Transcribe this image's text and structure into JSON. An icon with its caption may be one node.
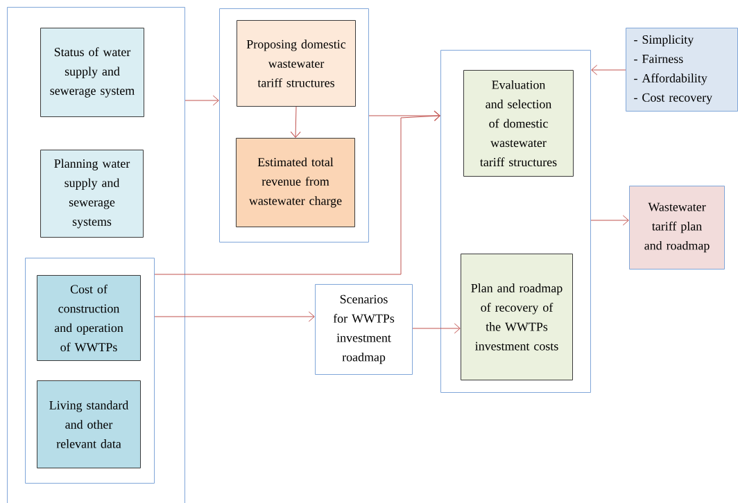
{
  "diagram": {
    "nodes": [
      {
        "text": [],
        "shape": "box"
      },
      {
        "text": [
          "Status of water supply and sewerage system"
        ],
        "in": 0
      },
      {
        "text": [
          "Planning water supply and sewerage systems"
        ],
        "in": 0
      },
      {
        "text": [],
        "shape": "box",
        "in": 0
      },
      {
        "text": [
          "Cost of construction and operation of WWTPs"
        ],
        "in": 3
      },
      {
        "text": [
          "Living standard and other relevant data"
        ],
        "in": 3
      },
      {
        "text": [],
        "shape": "box"
      },
      {
        "text": [
          "Proposing domestic wastewater tariff structures"
        ],
        "in": 6
      },
      {
        "text": [
          "Estimated total revenue from wastewater charge"
        ],
        "in": 6
      },
      {
        "text": [
          "Scenarios for WWTPs investment roadmap"
        ]
      },
      {
        "text": [],
        "shape": "box"
      },
      {
        "text": [
          "Evaluation and selection of domestic wastewater tariff structures"
        ],
        "in": 10
      },
      {
        "text": [
          "Plan and roadmap of recovery of the WWTPs investment costs"
        ],
        "in": 10
      },
      {
        "text": [
          "- Simplicity",
          "- Fairness",
          "- Affordability",
          "- Cost recovery"
        ]
      },
      {
        "text": [
          "Wastewater tariff plan and roadmap"
        ]
      }
    ],
    "edges": [
      {
        "from": 0,
        "to": 6,
        "arrow": "to"
      },
      {
        "from": 7,
        "to": 8,
        "arrow": "to"
      },
      {
        "from": 6,
        "to": 10,
        "arrow": "to"
      },
      {
        "from": 3,
        "to": 10,
        "arrow": "to"
      },
      {
        "from": 3,
        "to": 9,
        "arrow": "to"
      },
      {
        "from": 9,
        "to": 12,
        "arrow": "to"
      },
      {
        "from": 13,
        "to": 10,
        "arrow": "to"
      },
      {
        "from": 10,
        "to": 14,
        "arrow": "to"
      }
    ]
  }
}
